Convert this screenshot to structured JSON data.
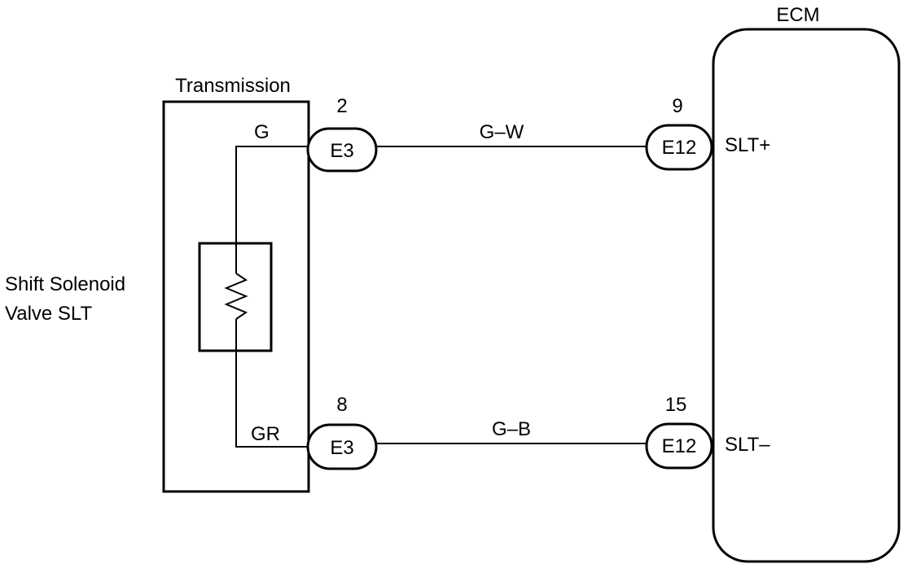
{
  "ecm": {
    "title": "ECM"
  },
  "transmission": {
    "title": "Transmission"
  },
  "solenoid": {
    "line1": "Shift Solenoid",
    "line2": "Valve SLT"
  },
  "top_circuit": {
    "trans_wire_color": "G",
    "connector_left": {
      "pin": "2",
      "name": "E3"
    },
    "harness_color": "G–W",
    "connector_right": {
      "pin": "9",
      "name": "E12"
    },
    "ecm_terminal": "SLT+"
  },
  "bottom_circuit": {
    "trans_wire_color": "GR",
    "connector_left": {
      "pin": "8",
      "name": "E3"
    },
    "harness_color": "G–B",
    "connector_right": {
      "pin": "15",
      "name": "E12"
    },
    "ecm_terminal": "SLT–"
  }
}
